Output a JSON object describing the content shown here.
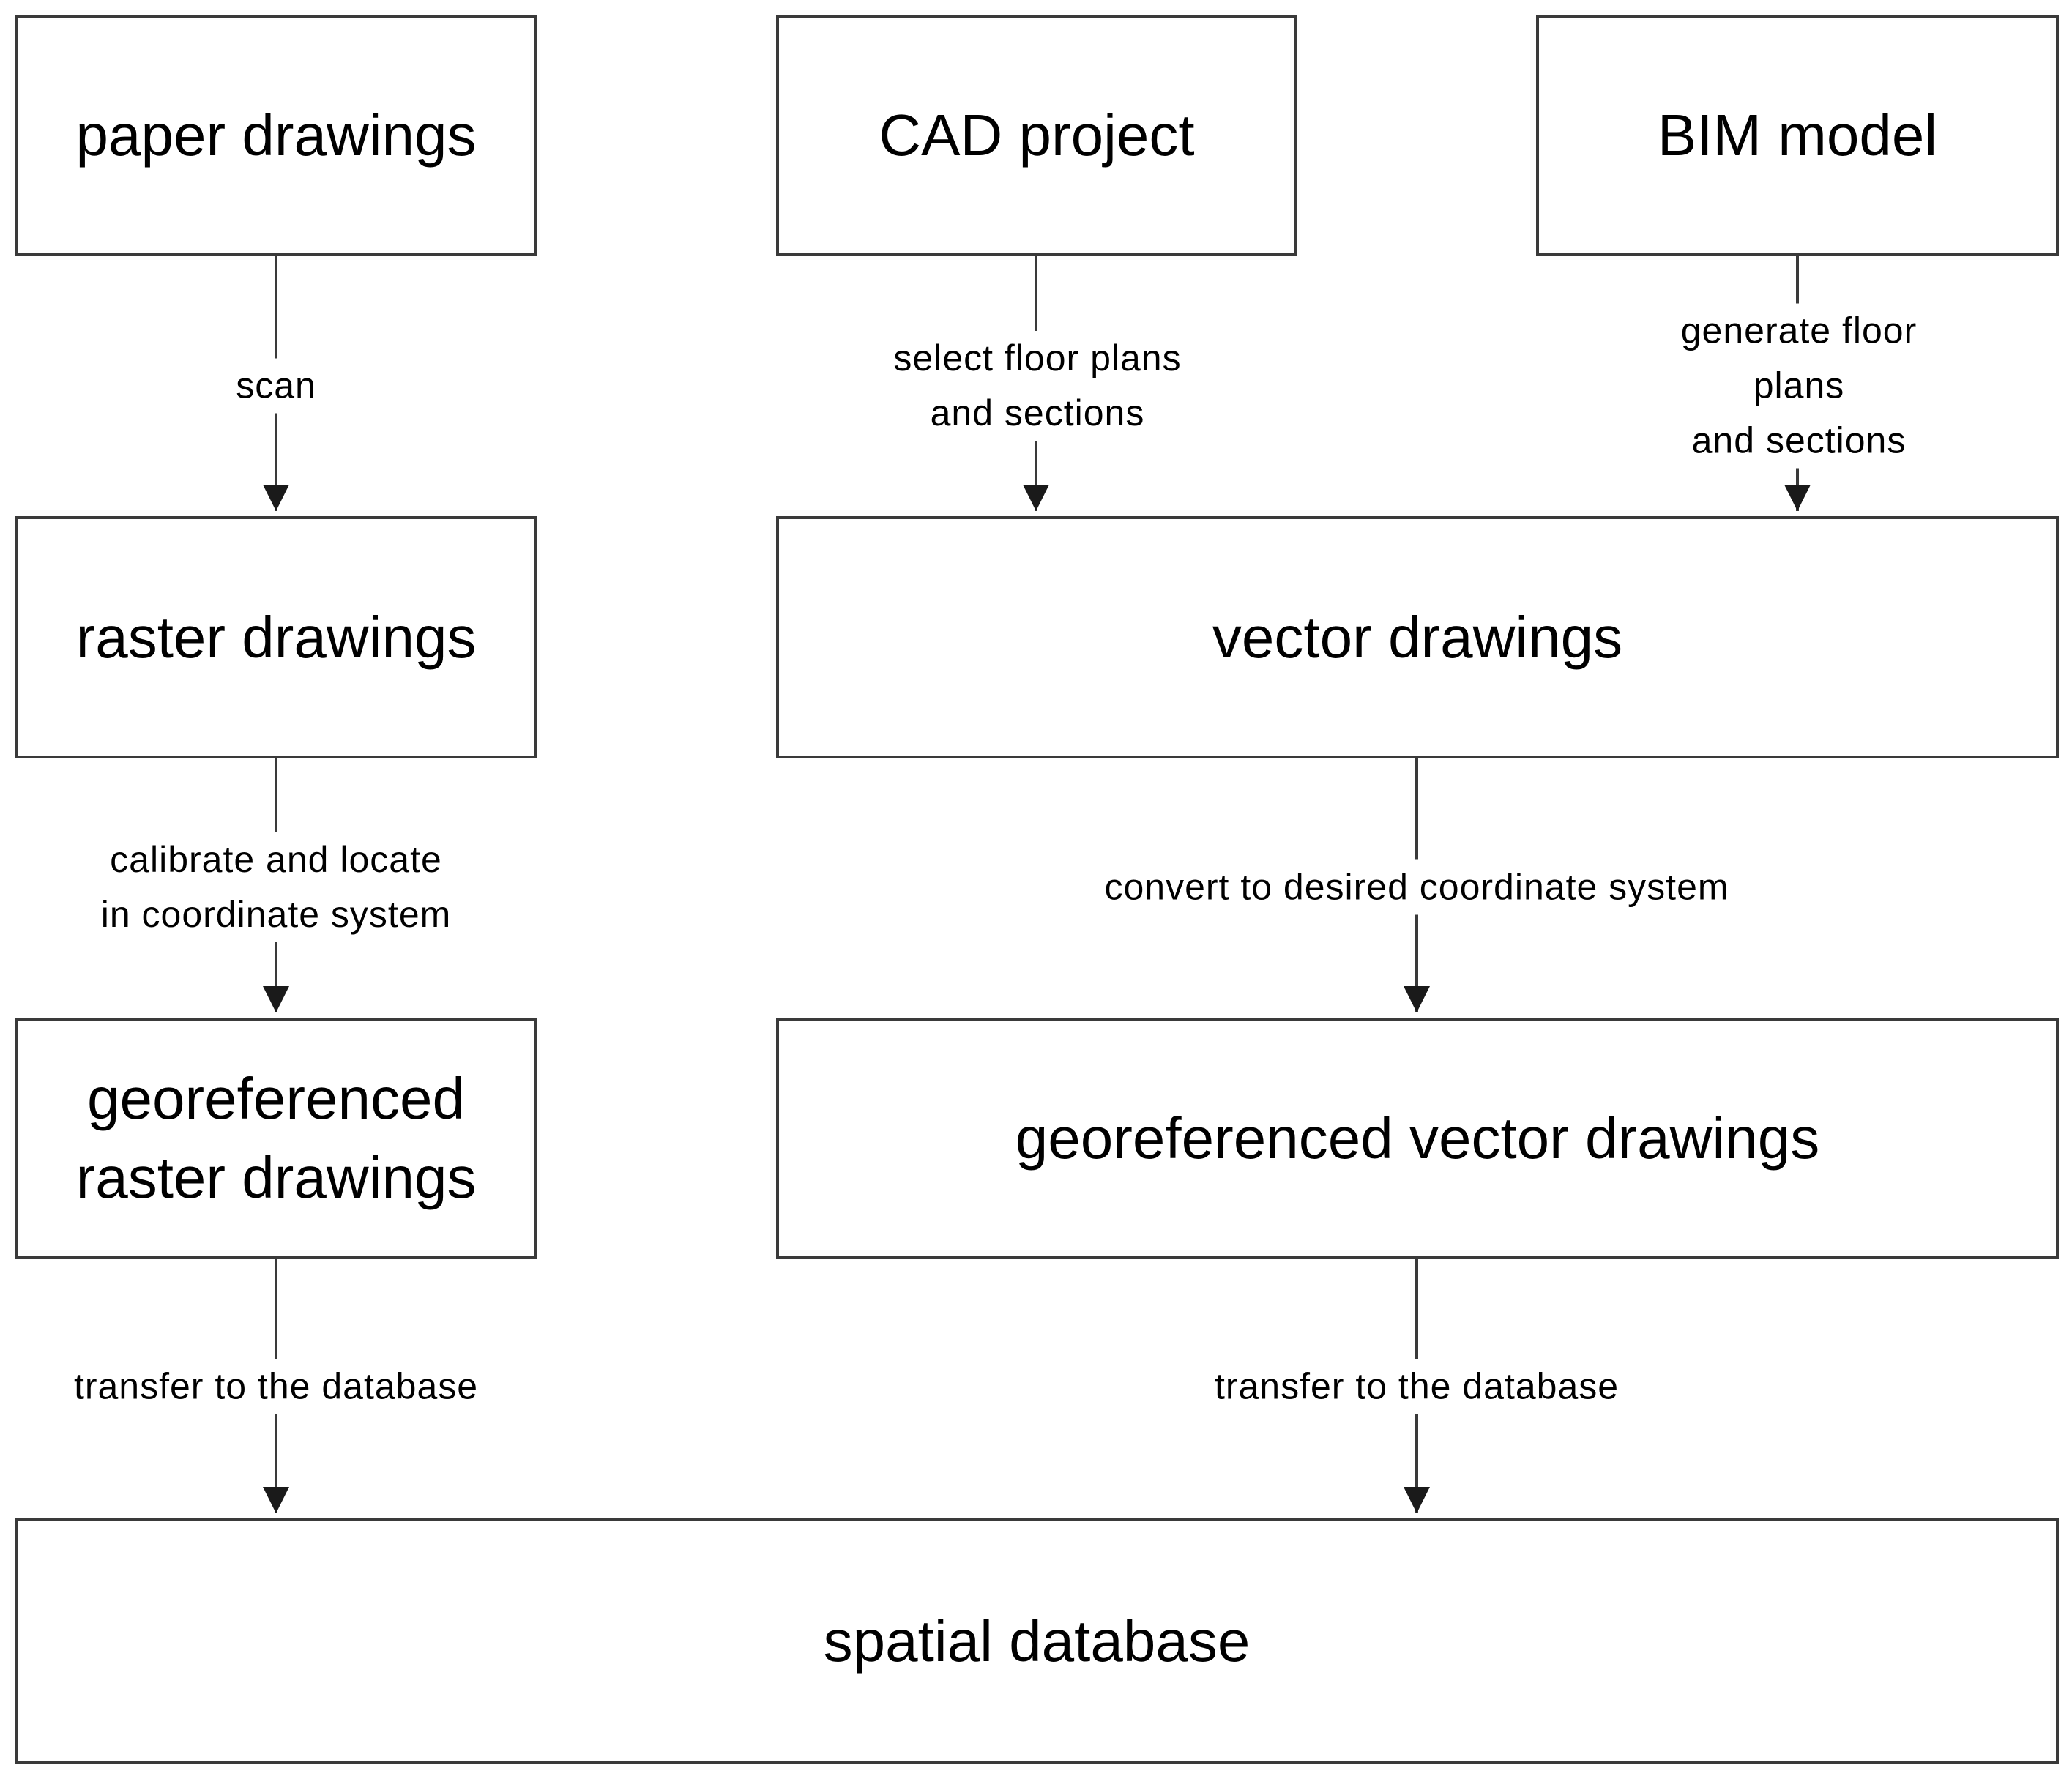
{
  "nodes": {
    "paper_drawings": "paper drawings",
    "cad_project": "CAD project",
    "bim_model": "BIM model",
    "raster_drawings": "raster drawings",
    "vector_drawings": "vector drawings",
    "georef_raster": "georeferenced\nraster drawings",
    "georef_vector": "georeferenced vector drawings",
    "spatial_database": "spatial database"
  },
  "edges": {
    "scan": "scan",
    "select": "select floor plans\nand sections",
    "generate": "generate floor plans\nand sections",
    "calibrate": "calibrate and locate\nin coordinate system",
    "convert": "convert to desired coordinate system",
    "transfer_raster": "transfer to the database",
    "transfer_vector": "transfer to the database"
  },
  "colors": {
    "stroke": "#3a3a3a",
    "background": "#ffffff",
    "text": "#000000"
  }
}
